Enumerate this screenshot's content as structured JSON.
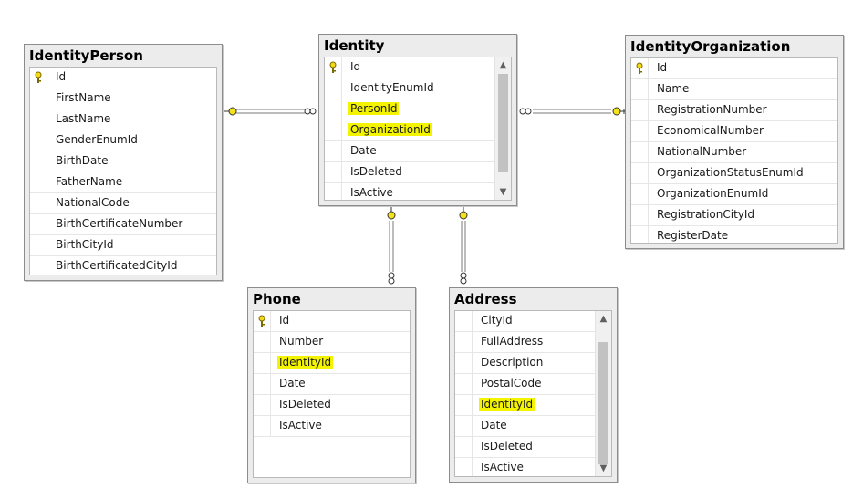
{
  "tables": {
    "identity_person": {
      "title": "IdentityPerson",
      "columns": [
        "Id",
        "FirstName",
        "LastName",
        "GenderEnumId",
        "BirthDate",
        "FatherName",
        "NationalCode",
        "BirthCertificateNumber",
        "BirthCityId",
        "BirthCertificatedCityId"
      ]
    },
    "identity": {
      "title": "Identity",
      "columns": [
        "Id",
        "IdentityEnumId",
        "PersonId",
        "OrganizationId",
        "Date",
        "IsDeleted",
        "IsActive"
      ]
    },
    "identity_organization": {
      "title": "IdentityOrganization",
      "columns": [
        "Id",
        "Name",
        "RegistrationNumber",
        "EconomicalNumber",
        "NationalNumber",
        "OrganizationStatusEnumId",
        "OrganizationEnumId",
        "RegistrationCityId",
        "RegisterDate"
      ]
    },
    "phone": {
      "title": "Phone",
      "columns": [
        "Id",
        "Number",
        "IdentityId",
        "Date",
        "IsDeleted",
        "IsActive"
      ]
    },
    "address": {
      "title": "Address",
      "columns": [
        "CityId",
        "FullAddress",
        "Description",
        "PostalCode",
        "IdentityId",
        "Date",
        "IsDeleted",
        "IsActive"
      ]
    }
  },
  "highlight_color": "#f4f400",
  "icons": {
    "primary_key": "key-icon",
    "scroll_up": "scroll-up-arrow-icon",
    "scroll_down": "scroll-down-arrow-icon"
  }
}
